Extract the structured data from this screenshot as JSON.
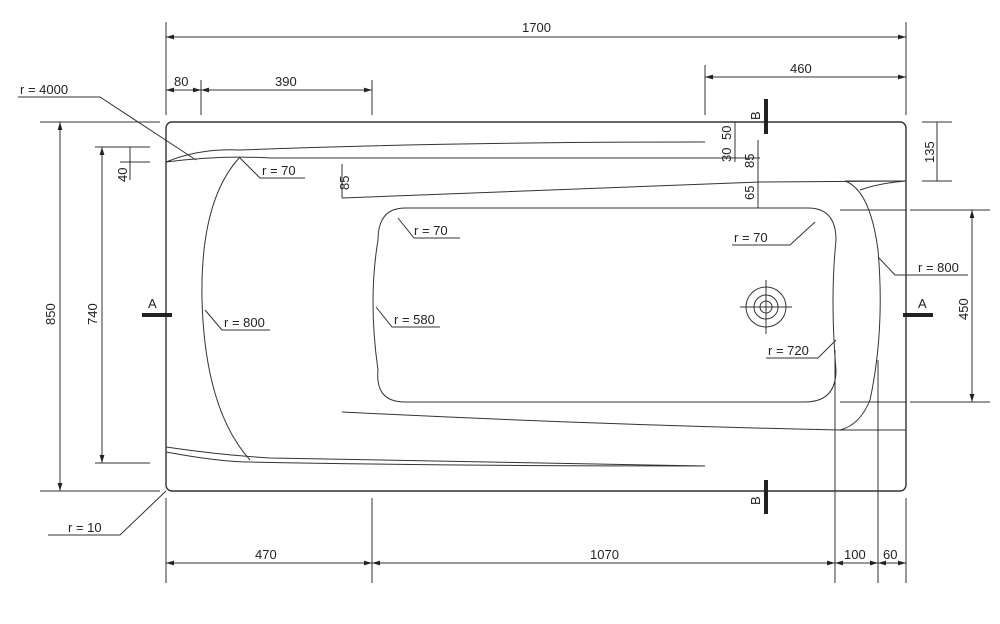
{
  "dimensions": {
    "overall_length": "1700",
    "left_offset": "80",
    "left_deck": "390",
    "right_deck": "460",
    "overall_width": "850",
    "inner_width": "740",
    "top_rim": "40",
    "deck_30": "30",
    "deck_50": "50",
    "deck_85_right": "85",
    "deck_65": "65",
    "deck_85_left": "85",
    "right_135": "135",
    "basin_width": "450",
    "bottom_470": "470",
    "bottom_1070": "1070",
    "bottom_100": "100",
    "bottom_60": "60"
  },
  "radii": {
    "r4000": "r = 4000",
    "r70_a": "r = 70",
    "r70_b": "r = 70",
    "r70_c": "r = 70",
    "r800_left": "r = 800",
    "r800_right": "r = 800",
    "r580": "r = 580",
    "r720": "r = 720",
    "r10": "r = 10"
  },
  "sections": {
    "a_left": "A",
    "a_right": "A",
    "b_top": "B",
    "b_bottom": "B"
  }
}
